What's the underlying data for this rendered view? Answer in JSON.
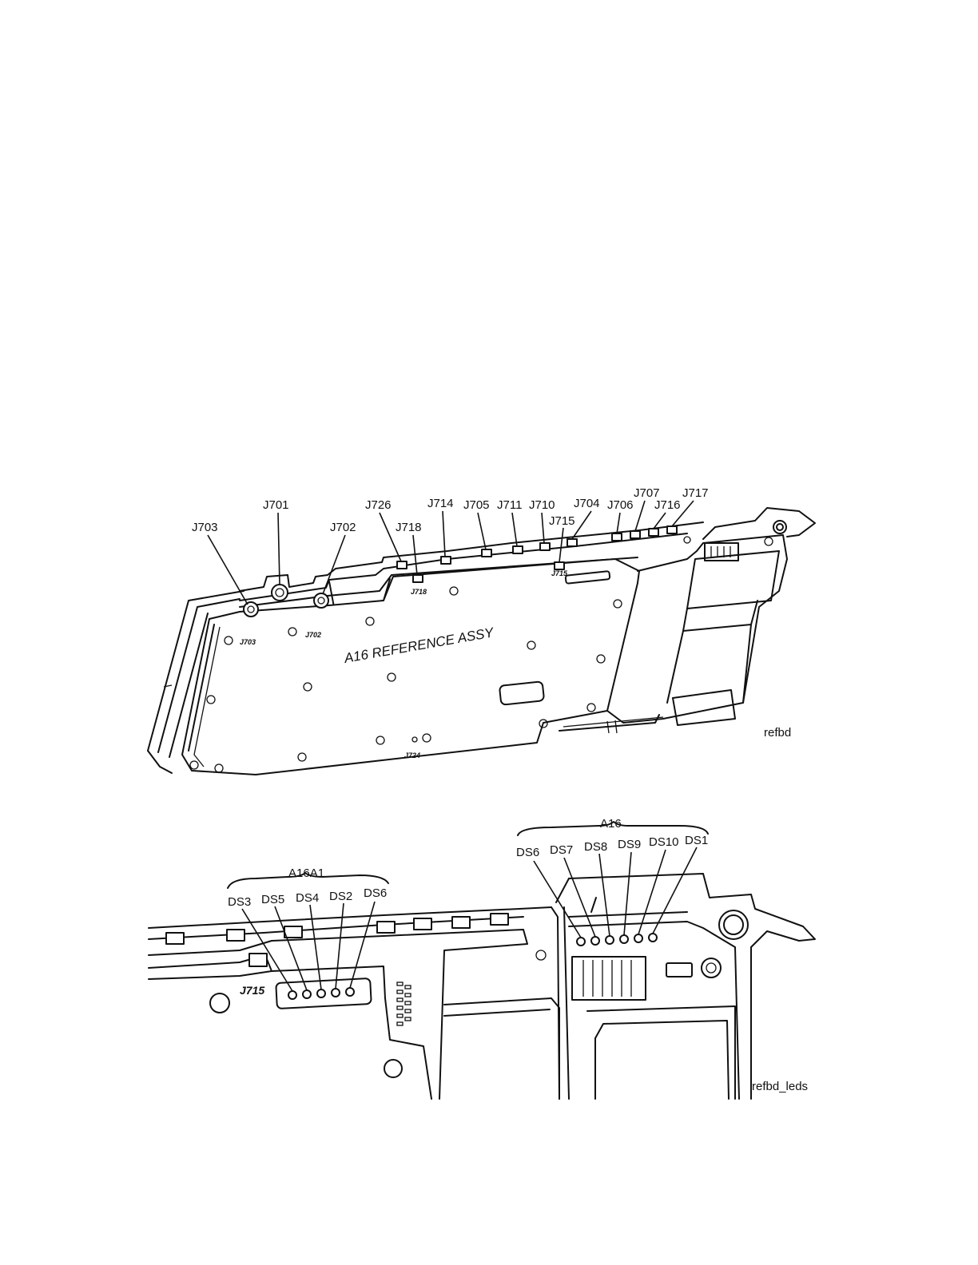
{
  "figure1": {
    "tag": "refbd",
    "assembly_label": "A16 REFERENCE ASSY",
    "silk": {
      "j703": "J703",
      "j702": "J702",
      "j718": "J718",
      "j715": "J715",
      "j724": "J724"
    },
    "callouts": {
      "j701": "J701",
      "j703": "J703",
      "j702": "J702",
      "j726": "J726",
      "j718": "J718",
      "j714": "J714",
      "j705": "J705",
      "j711": "J711",
      "j710": "J710",
      "j715": "J715",
      "j704": "J704",
      "j706": "J706",
      "j707": "J707",
      "j716": "J716",
      "j717": "J717"
    }
  },
  "figure2": {
    "tag": "refbd_leds",
    "group_a16a1": "A16A1",
    "group_a16": "A16",
    "silk_j715": "J715",
    "a16a1_leds": {
      "ds3": "DS3",
      "ds5": "DS5",
      "ds4": "DS4",
      "ds2": "DS2",
      "ds6": "DS6"
    },
    "a16_leds": {
      "ds6": "DS6",
      "ds7": "DS7",
      "ds8": "DS8",
      "ds9": "DS9",
      "ds10": "DS10",
      "ds1": "DS1"
    }
  }
}
